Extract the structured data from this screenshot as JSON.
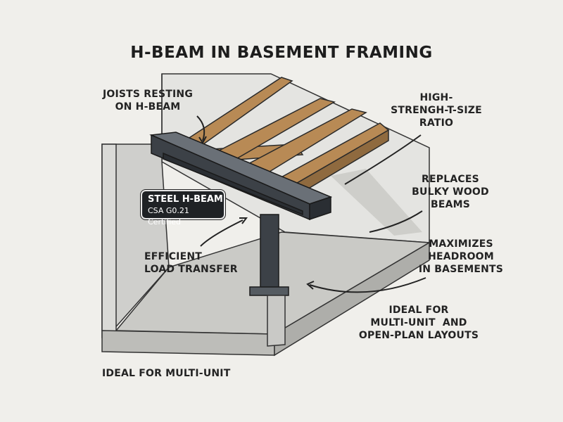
{
  "title": "H-BEAM IN BASEMENT FRAMING",
  "badge": {
    "line1": "STEEL H-BEAM",
    "line2": "CSA G0.21 Certified"
  },
  "labels": {
    "joists": [
      "JOISTS RESTING",
      "ON H-BEAM"
    ],
    "strength": [
      "HIGH-",
      "STRENGH-T-SIZE",
      "RATIO"
    ],
    "replaces": [
      "REPLACES",
      "BULKY WOOD",
      "BEAMS"
    ],
    "headroom": [
      "MAXIMIZES",
      "HEADROOM",
      "IN BASEMENTS"
    ],
    "ideal_layouts": [
      "IDEAL FOR",
      "MULTI-UNIT  AND",
      "OPEN-PLAN LAYOUTS"
    ],
    "load": [
      "EFFICIENT",
      "LOAD TRANSFER"
    ],
    "footer": "IDEAL FOR MULTI-UNIT"
  },
  "colors": {
    "wood": "#b88a55",
    "steel": "#3c4147",
    "concrete": "#d6d6d3",
    "badge": "#1f2225"
  }
}
